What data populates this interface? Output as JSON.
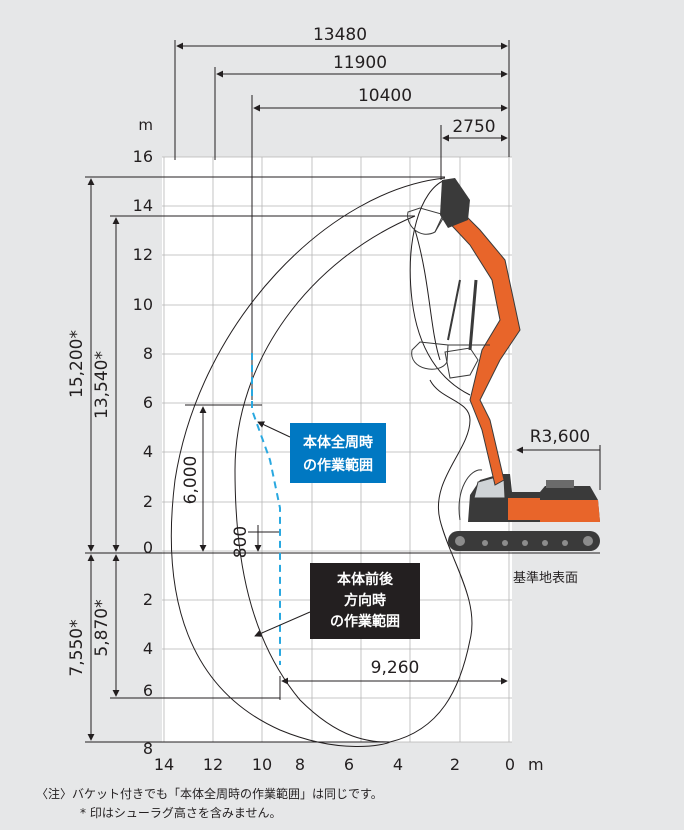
{
  "unit_label": "m",
  "y_ticks": [
    "16",
    "14",
    "12",
    "10",
    "8",
    "6",
    "4",
    "2",
    "0",
    "2",
    "4",
    "6",
    "8"
  ],
  "x_ticks": [
    "14",
    "12",
    "10",
    "8",
    "6",
    "4",
    "2",
    "0"
  ],
  "x_unit": "m",
  "dims_top": [
    "13480",
    "11900",
    "10400",
    "2750"
  ],
  "dims_left": [
    "15,200*",
    "13,540*",
    "7,550*",
    "5,870*",
    "6,000",
    "800"
  ],
  "dims_right": [
    "9,260",
    "R3,600"
  ],
  "label_box_blue": {
    "line1": "本体全周時",
    "line2": "の作業範囲",
    "color": "#0078c2"
  },
  "label_box_black": {
    "line1": "本体前後",
    "line2": "方向時",
    "line3": "の作業範囲",
    "color": "#231f20"
  },
  "ground_label": "基準地表面",
  "notes": [
    "〈注〉バケット付きでも「本体全周時の作業範囲」は同じです。",
    "* 印はシューラグ高さを含みません。"
  ],
  "colors": {
    "machine_orange": "#e8652a",
    "dashed_blue": "#29a8e0",
    "background": "#e6e7e8",
    "grid_bg": "#ffffff"
  }
}
